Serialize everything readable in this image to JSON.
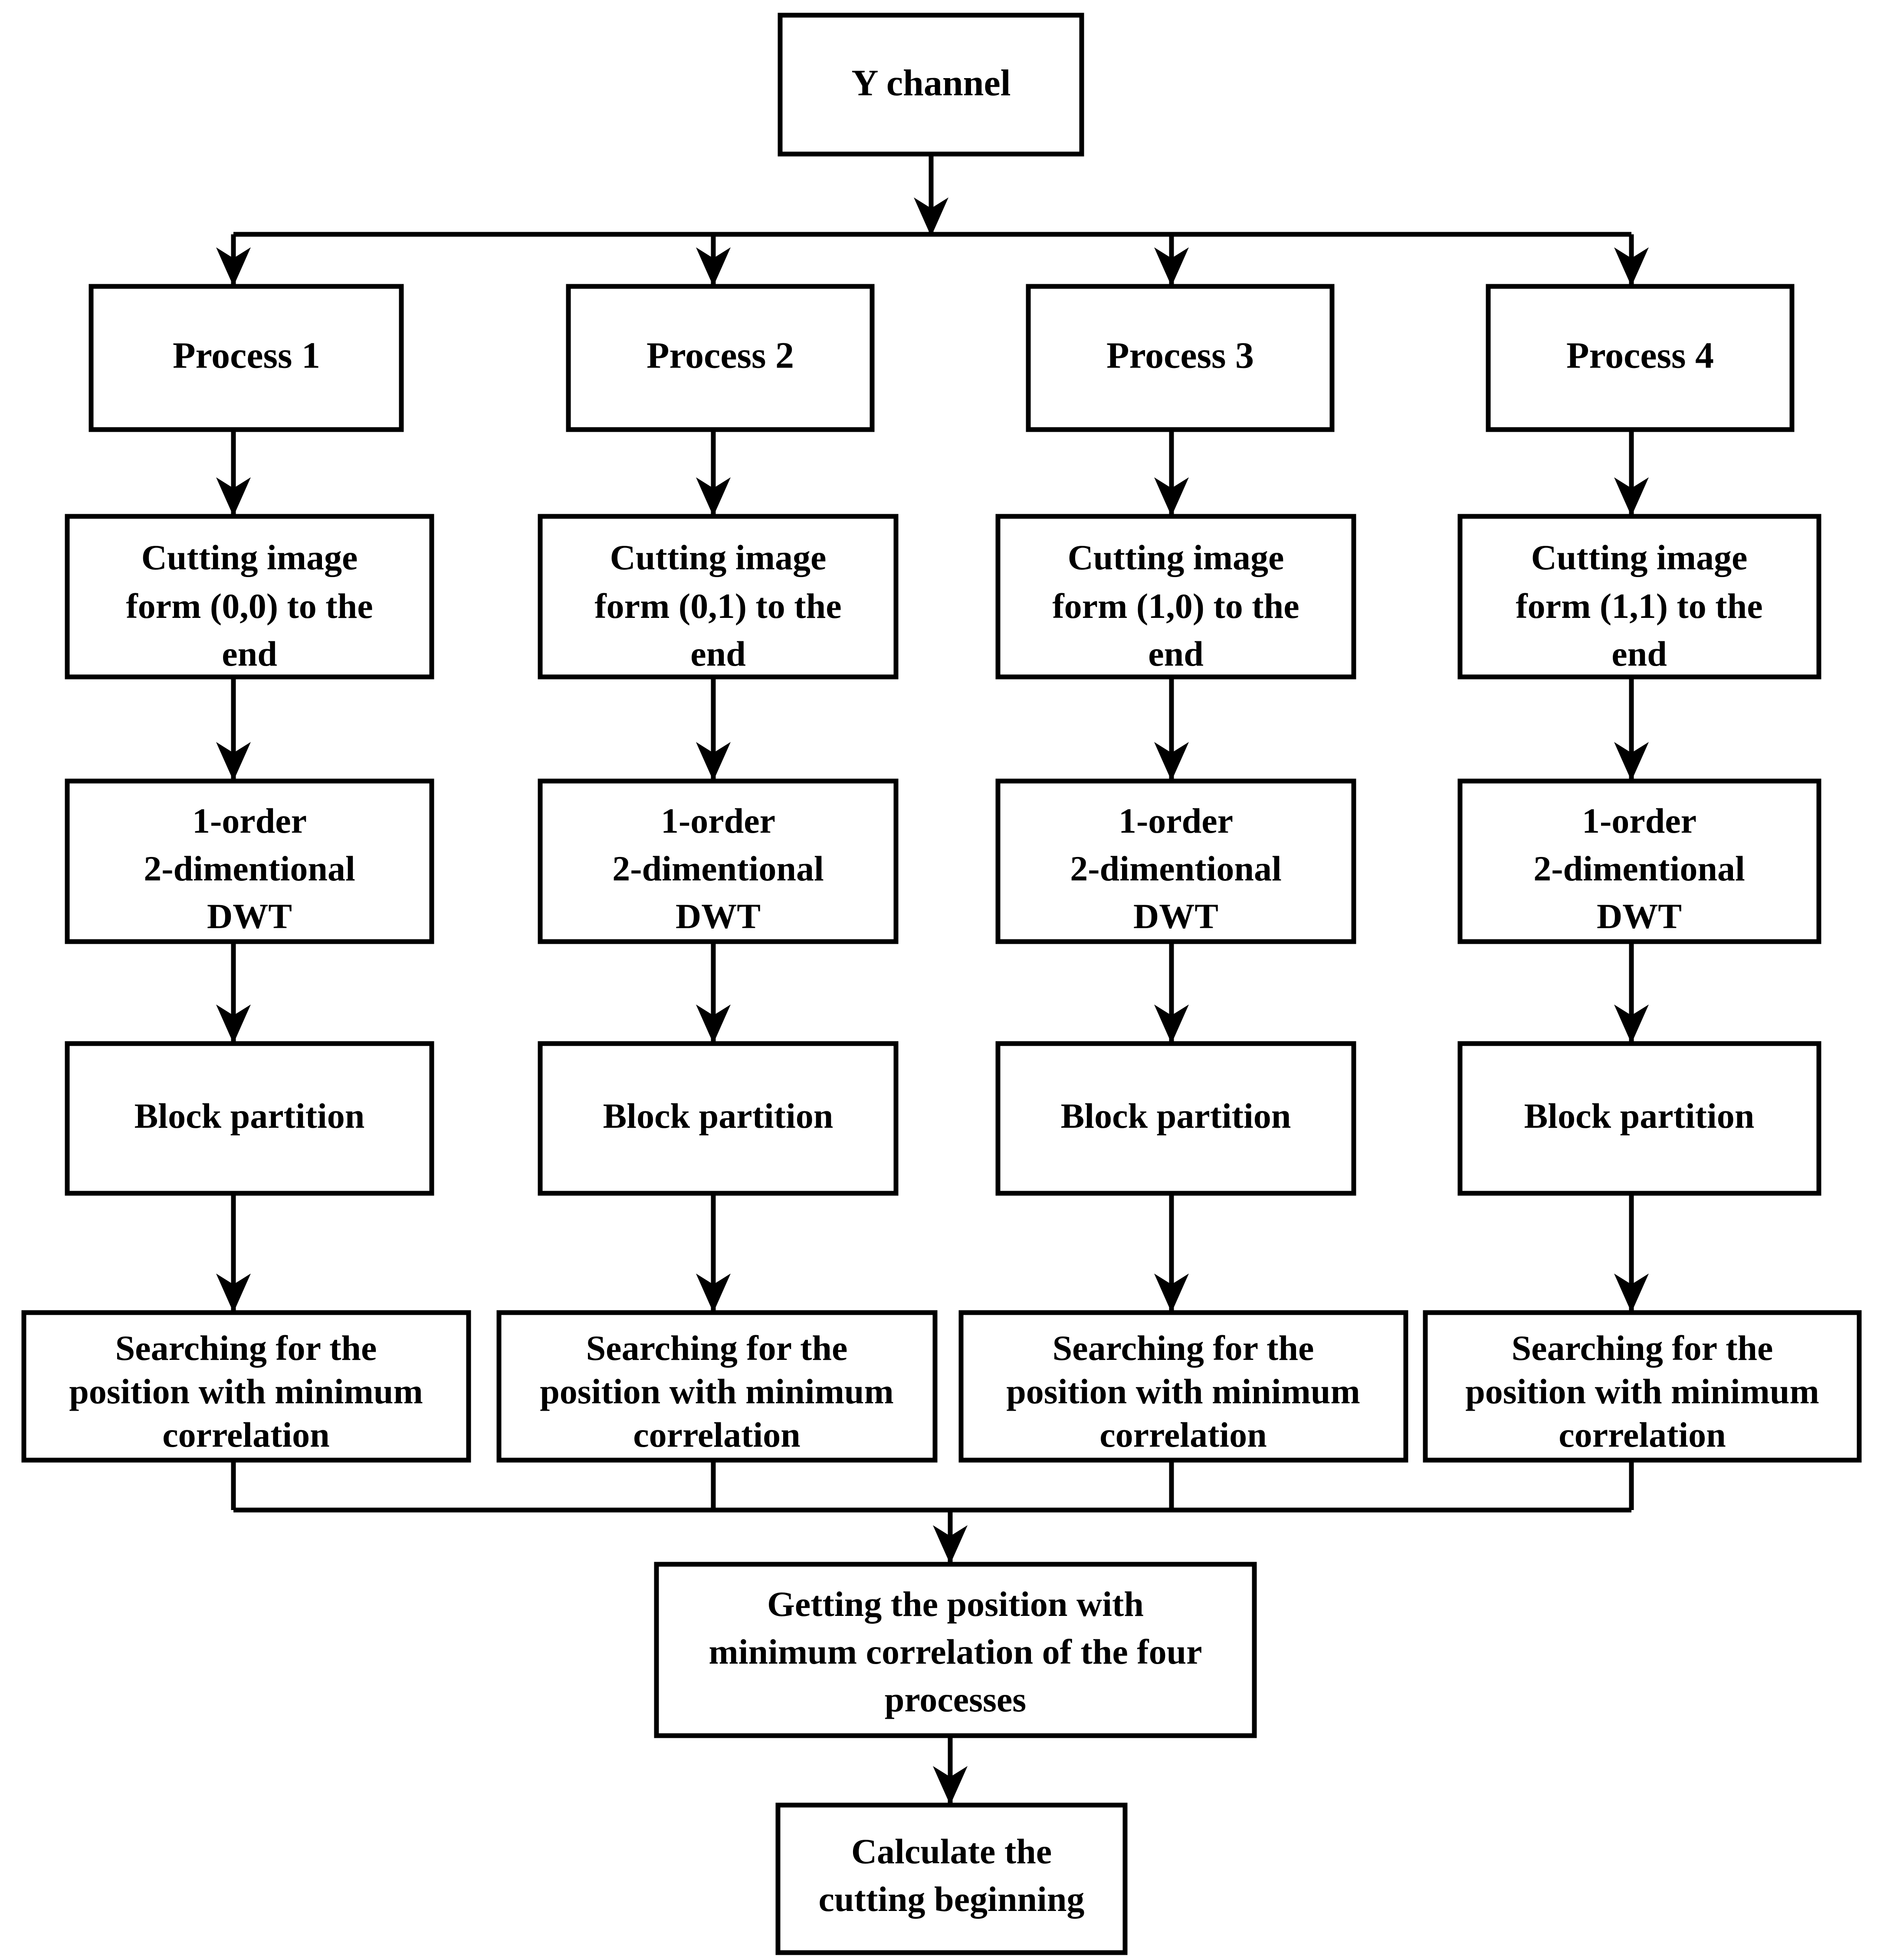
{
  "diagram": {
    "type": "flowchart",
    "orientation": "top-to-bottom",
    "title_text": "",
    "colors": {
      "box_fill": "#ffffff",
      "box_stroke": "#000000",
      "connector": "#000000",
      "background": "#ffffff"
    },
    "root": {
      "id": "y-channel",
      "label": "Y channel"
    },
    "branch_columns": [
      {
        "id": "process-1",
        "process_label": "Process 1",
        "steps": [
          {
            "id": "cut-1",
            "lines": [
              "Cutting image",
              "form (0,0) to the",
              "end"
            ]
          },
          {
            "id": "dwt-1",
            "lines": [
              "1-order",
              "2-dimentional",
              "DWT"
            ]
          },
          {
            "id": "block-1",
            "lines": [
              "Block partition"
            ]
          },
          {
            "id": "search-1",
            "lines": [
              "Searching for the",
              "position with minimum",
              "correlation"
            ]
          }
        ]
      },
      {
        "id": "process-2",
        "process_label": "Process 2",
        "steps": [
          {
            "id": "cut-2",
            "lines": [
              "Cutting image",
              "form (0,1) to the",
              "end"
            ]
          },
          {
            "id": "dwt-2",
            "lines": [
              "1-order",
              "2-dimentional",
              "DWT"
            ]
          },
          {
            "id": "block-2",
            "lines": [
              "Block partition"
            ]
          },
          {
            "id": "search-2",
            "lines": [
              "Searching for the",
              "position with minimum",
              "correlation"
            ]
          }
        ]
      },
      {
        "id": "process-3",
        "process_label": "Process 3",
        "steps": [
          {
            "id": "cut-3",
            "lines": [
              "Cutting image",
              "form (1,0) to the",
              "end"
            ]
          },
          {
            "id": "dwt-3",
            "lines": [
              "1-order",
              "2-dimentional",
              "DWT"
            ]
          },
          {
            "id": "block-3",
            "lines": [
              "Block partition"
            ]
          },
          {
            "id": "search-3",
            "lines": [
              "Searching for the",
              "position with minimum",
              "correlation"
            ]
          }
        ]
      },
      {
        "id": "process-4",
        "process_label": "Process 4",
        "steps": [
          {
            "id": "cut-4",
            "lines": [
              "Cutting image",
              "form (1,1) to the",
              "end"
            ]
          },
          {
            "id": "dwt-4",
            "lines": [
              "1-order",
              "2-dimentional",
              "DWT"
            ]
          },
          {
            "id": "block-4",
            "lines": [
              "Block partition"
            ]
          },
          {
            "id": "search-4",
            "lines": [
              "Searching for the",
              "position with minimum",
              "correlation"
            ]
          }
        ]
      }
    ],
    "merge_node": {
      "id": "getting-position",
      "lines": [
        "Getting the position with",
        "minimum correlation of the four",
        "processes"
      ]
    },
    "final_node": {
      "id": "calculate-cutting",
      "lines": [
        "Calculate the",
        "cutting beginning"
      ]
    }
  },
  "labels": {
    "y_channel": "Y channel",
    "process_1": "Process 1",
    "process_2": "Process 2",
    "process_3": "Process 3",
    "process_4": "Process 4",
    "cut_1_l1": "Cutting image",
    "cut_1_l2": "form (0,0) to the",
    "cut_1_l3": "end",
    "cut_2_l1": "Cutting image",
    "cut_2_l2": "form (0,1) to the",
    "cut_2_l3": "end",
    "cut_3_l1": "Cutting image",
    "cut_3_l2": "form (1,0) to the",
    "cut_3_l3": "end",
    "cut_4_l1": "Cutting image",
    "cut_4_l2": "form (1,1) to the",
    "cut_4_l3": "end",
    "dwt_l1": "1-order",
    "dwt_l2": "2-dimentional",
    "dwt_l3": "DWT",
    "block_partition": "Block partition",
    "search_l1": "Searching for the",
    "search_l2": "position with minimum",
    "search_l3": "correlation",
    "getting_l1": "Getting the position with",
    "getting_l2": "minimum correlation of the four",
    "getting_l3": "processes",
    "calc_l1": "Calculate the",
    "calc_l2": "cutting beginning"
  }
}
